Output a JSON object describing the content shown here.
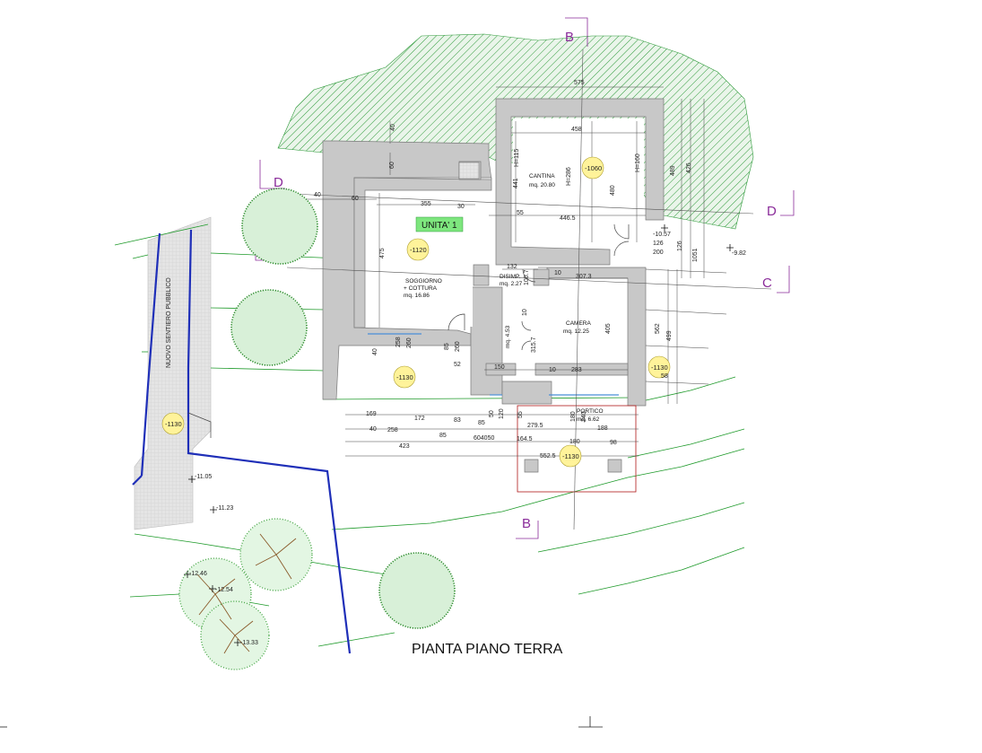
{
  "title": "PIANTA PIANO TERRA",
  "unit_label": "UNITA' 1",
  "path_label": "NUOVO SENTIERO PUBBLICO",
  "rooms": {
    "cantina": {
      "name": "CANTINA",
      "area": "mq. 20.80"
    },
    "soggiorno": {
      "name_line1": "SOGGIORNO",
      "name_line2": "+ COTTURA",
      "area": "mq. 16.86"
    },
    "disimp": {
      "name": "DISIMP.",
      "area": "mq. 2.27"
    },
    "bagno": {
      "area": "mq. 4.53"
    },
    "camera": {
      "name": "CAMERA",
      "area": "mq. 12.25"
    },
    "portico": {
      "name": "PORTICO",
      "area": "mq. 6.62"
    }
  },
  "levels": {
    "cantina": "-1060",
    "soggiorno": "-1120",
    "front_terrace": "-1130",
    "path": "-1130",
    "east": "-1130",
    "portico": "-1130"
  },
  "section_marks": {
    "b_top": "B",
    "b_bottom": "B",
    "c": "C",
    "d_left": "D",
    "d_right": "D"
  },
  "spot_heights": {
    "p1": "-10.57",
    "p2": "-9.82",
    "p3": "-11.05",
    "p4": "-11.23",
    "p5": "-12.46",
    "p6": "-12.54",
    "p7": "-13.33"
  },
  "dims": {
    "d575": "575",
    "d458": "458",
    "d40a": "40",
    "d60a": "60",
    "d40b": "40",
    "d60b": "60",
    "d355": "355",
    "d30": "30",
    "d55": "55",
    "d4465": "446.5",
    "dH115": "H=115",
    "dH286": "H=286",
    "dH160": "H=160",
    "d441": "441",
    "d480": "480",
    "d475": "475",
    "d489": "489",
    "d426": "426",
    "d126a": "126",
    "d200": "200",
    "d126b": "126",
    "d1051": "1051",
    "d132": "132",
    "d10a": "10",
    "d3073": "307.3",
    "d1007": "100.7",
    "d10b": "10",
    "d405": "405",
    "d562": "562",
    "d499": "499",
    "d58": "58",
    "d40c": "40",
    "d258a": "258",
    "d260a": "260",
    "d85a": "85",
    "d260b": "260",
    "d52": "52",
    "d3157": "315.7",
    "d150": "150",
    "d10c": "10",
    "d283": "283",
    "d50": "50",
    "d120": "120",
    "d55b": "55",
    "d180a": "180",
    "d240": "240",
    "d169": "169",
    "d172": "172",
    "d83": "83",
    "d85b": "85",
    "d2795": "279.5",
    "d188": "188",
    "d40d": "40",
    "d258b": "258",
    "d85c": "85",
    "d604050": "604050",
    "d1645": "164.5",
    "d180b": "180",
    "d98": "98",
    "d423": "423",
    "d5525": "552.5"
  },
  "colors": {
    "wall": "#c8c8c8",
    "hatch": "#2e9a3a",
    "section": "#8a2b9a",
    "path_line": "#1f2fb8",
    "contour": "#1e9a2a",
    "level_fill": "#fff39a",
    "unit_fill": "#7ee67e",
    "portico_outline": "#b01818"
  }
}
